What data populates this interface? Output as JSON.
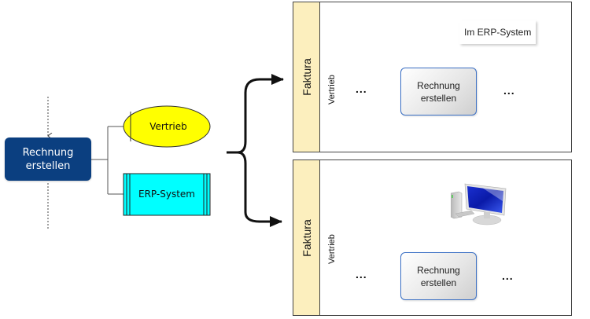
{
  "left": {
    "process_label": "Rechnung erstellen",
    "org_unit_label": "Vertrieb",
    "system_label": "ERP-System"
  },
  "panels": [
    {
      "band_label": "Faktura",
      "lane_label": "Vertrieb",
      "incoming": "...",
      "outgoing": "...",
      "function_label": "Rechnung erstellen",
      "annotation": "Im ERP-System"
    },
    {
      "band_label": "Faktura",
      "lane_label": "Vertrieb",
      "incoming": "...",
      "outgoing": "...",
      "function_label": "Rechnung erstellen",
      "annotation_icon": "computer-icon"
    }
  ],
  "colors": {
    "process_fill": "#0b3f80",
    "org_unit_fill": "#ffff00",
    "system_fill": "#00ffff",
    "band_fill": "#fcefbe",
    "function_border": "#3a6fc4"
  }
}
